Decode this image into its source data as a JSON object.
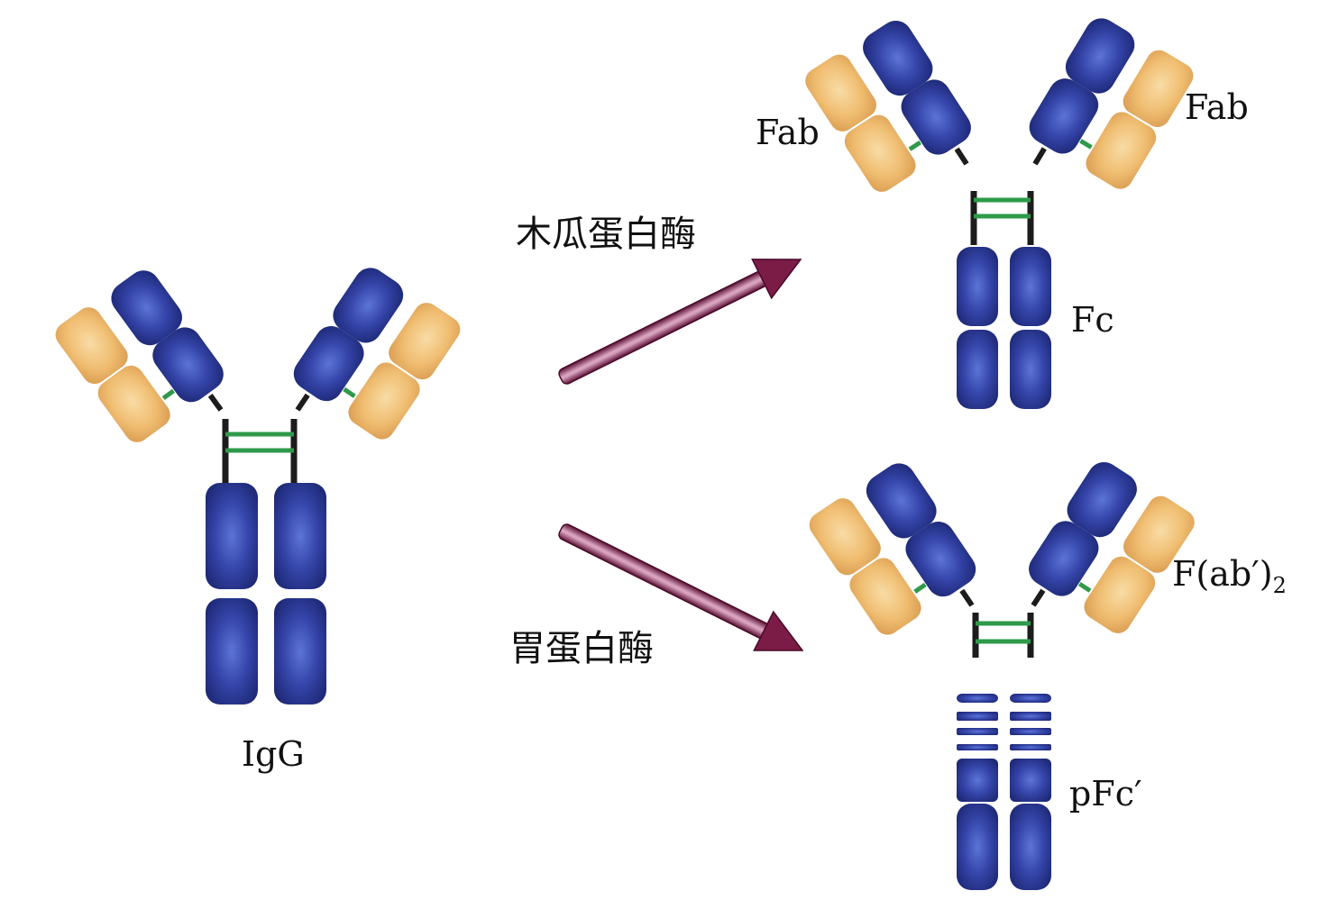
{
  "labels": {
    "igg": "IgG",
    "papain": "木瓜蛋白酶",
    "pepsin": "胃蛋白酶",
    "fab_left": "Fab",
    "fab_right": "Fab",
    "fc": "Fc",
    "fab2_main": "F(ab′)",
    "fab2_sub": "2",
    "pfc": "pFc′"
  },
  "colors": {
    "heavy_chain": "#2f3f9a",
    "light_chain": "#f1bf73",
    "disulfide_bond": "#2e9a4a",
    "hinge": "#1c1c1c",
    "arrow": "#7a1c46"
  }
}
